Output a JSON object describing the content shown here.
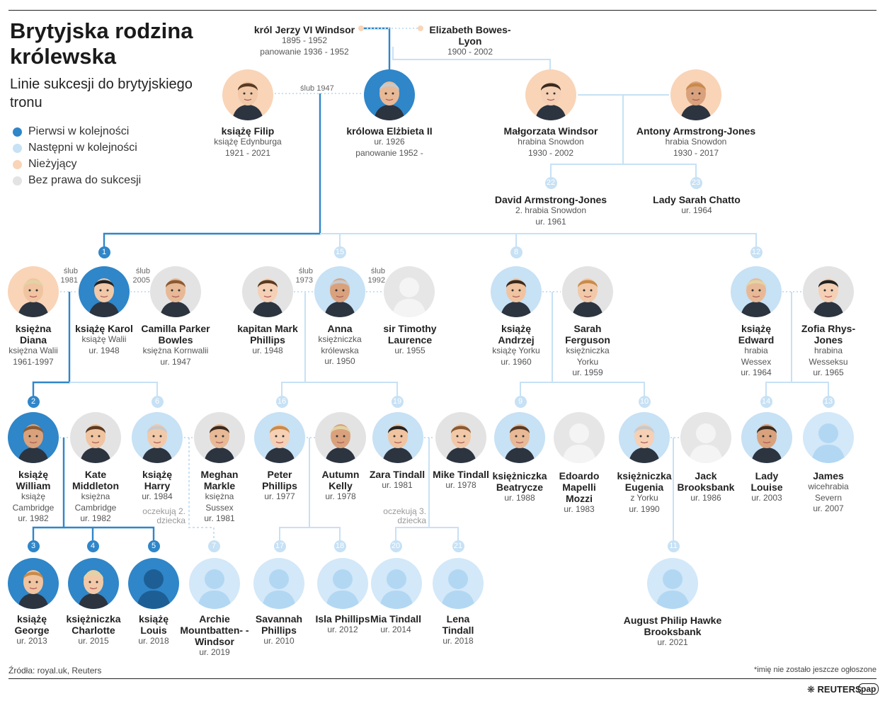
{
  "title": "Brytyjska rodzina królewska",
  "subtitle": "Linie sukcesji do brytyjskiego tronu",
  "legend": [
    {
      "label": "Pierwsi w kolejności",
      "color": "#2f86c9"
    },
    {
      "label": "Następni w kolejności",
      "color": "#c7e1f5"
    },
    {
      "label": "Nieżyjący",
      "color": "#f9d4b7"
    },
    {
      "label": "Bez prawa do sukcesji",
      "color": "#e3e3e3"
    }
  ],
  "people": {
    "george6": {
      "name": "król Jerzy VI Windsor",
      "lines": [
        "1895 - 1952",
        "panowanie 1936 - 1952"
      ]
    },
    "elizabeth_bl": {
      "name": "Elizabeth Bowes-Lyon",
      "lines": [
        "1900 - 2002"
      ]
    },
    "philip": {
      "name": "książę Filip",
      "lines": [
        "książę Edynburga",
        "1921 - 2021"
      ]
    },
    "queen": {
      "name": "królowa Elżbieta II",
      "lines": [
        "ur. 1926",
        "panowanie 1952 -"
      ]
    },
    "margaret": {
      "name": "Małgorzata Windsor",
      "lines": [
        "hrabina Snowdon",
        "1930 - 2002"
      ]
    },
    "antony": {
      "name": "Antony Armstrong-Jones",
      "lines": [
        "hrabia Snowdon",
        "1930 - 2017"
      ]
    },
    "david": {
      "name": "David Armstrong-Jones",
      "lines": [
        "2. hrabia Snowdon",
        "ur. 1961"
      ]
    },
    "sarah_c": {
      "name": "Lady Sarah Chatto",
      "lines": [
        "ur. 1964"
      ]
    },
    "diana": {
      "name": "księżna Diana",
      "lines": [
        "księżna Walii",
        "1961-1997"
      ]
    },
    "charles": {
      "name": "książę Karol",
      "lines": [
        "książę Walii",
        "ur. 1948"
      ]
    },
    "camilla": {
      "name": "Camilla Parker Bowles",
      "lines": [
        "księżna Kornwalii",
        "ur. 1947"
      ]
    },
    "mark": {
      "name": "kapitan Mark Phillips",
      "lines": [
        "ur. 1948"
      ]
    },
    "anne": {
      "name": "Anna",
      "lines": [
        "księżniczka",
        "królewska",
        "ur. 1950"
      ]
    },
    "timothy": {
      "name": "sir Timothy Laurence",
      "lines": [
        "ur. 1955"
      ]
    },
    "andrew": {
      "name": "książę Andrzej",
      "lines": [
        "książę Yorku",
        "ur. 1960"
      ]
    },
    "fergie": {
      "name": "Sarah Ferguson",
      "lines": [
        "księżniczka",
        "Yorku",
        "ur. 1959"
      ]
    },
    "edward": {
      "name": "książę Edward",
      "lines": [
        "hrabia",
        "Wessex",
        "ur. 1964"
      ]
    },
    "sophie": {
      "name": "Zofia Rhys-Jones",
      "lines": [
        "hrabina",
        "Wesseksu",
        "ur. 1965"
      ]
    },
    "william": {
      "name": "książę William",
      "lines": [
        "książę",
        "Cambridge",
        "ur. 1982"
      ]
    },
    "kate": {
      "name": "Kate Middleton",
      "lines": [
        "księżna",
        "Cambridge",
        "ur. 1982"
      ]
    },
    "harry": {
      "name": "książę Harry",
      "lines": [
        "ur. 1984"
      ]
    },
    "meghan": {
      "name": "Meghan Markle",
      "lines": [
        "księżna",
        "Sussex",
        "ur. 1981"
      ]
    },
    "peter": {
      "name": "Peter Phillips",
      "lines": [
        "ur. 1977"
      ]
    },
    "autumn": {
      "name": "Autumn Kelly",
      "lines": [
        "ur. 1978"
      ]
    },
    "zara": {
      "name": "Zara Tindall",
      "lines": [
        "ur. 1981"
      ]
    },
    "mike": {
      "name": "Mike Tindall",
      "lines": [
        "ur. 1978"
      ]
    },
    "beatrice": {
      "name": "księżniczka Beatrycze",
      "lines": [
        "ur. 1988"
      ]
    },
    "edoardo": {
      "name": "Edoardo Mapelli Mozzi",
      "lines": [
        "ur. 1983"
      ]
    },
    "eugenie": {
      "name": "księżniczka Eugenia",
      "lines": [
        "z Yorku",
        "ur. 1990"
      ]
    },
    "jack": {
      "name": "Jack Brooksbank",
      "lines": [
        "ur. 1986"
      ]
    },
    "louise": {
      "name": "Lady Louise",
      "lines": [
        "ur. 2003"
      ]
    },
    "james": {
      "name": "James",
      "lines": [
        "wicehrabia",
        "Severn",
        "ur. 2007"
      ]
    },
    "george": {
      "name": "książę George",
      "lines": [
        "ur. 2013"
      ]
    },
    "charlotte": {
      "name": "księżniczka Charlotte",
      "lines": [
        "ur. 2015"
      ]
    },
    "louis": {
      "name": "książę Louis",
      "lines": [
        "ur. 2018"
      ]
    },
    "archie": {
      "name": "Archie Mountbatten- -Windsor",
      "lines": [
        "ur. 2019"
      ]
    },
    "savannah": {
      "name": "Savannah Phillips",
      "lines": [
        "ur. 2010"
      ]
    },
    "isla": {
      "name": "Isla Phillips",
      "lines": [
        "ur. 2012"
      ]
    },
    "mia": {
      "name": "Mia Tindall",
      "lines": [
        "ur. 2014"
      ]
    },
    "lena": {
      "name": "Lena Tindall",
      "lines": [
        "ur. 2018"
      ]
    },
    "august": {
      "name": "August Philip Hawke Brooksbank",
      "lines": [
        "ur. 2021"
      ]
    }
  },
  "succession": {
    "charles": "1",
    "william": "2",
    "george": "3",
    "charlotte": "4",
    "louis": "5",
    "harry": "6",
    "archie": "7",
    "andrew": "8",
    "beatrice": "9",
    "eugenie": "10",
    "august": "11",
    "edward": "12",
    "james": "13",
    "louise": "14",
    "anne": "15",
    "peter": "16",
    "savannah": "17",
    "isla": "18",
    "zara": "19",
    "mia": "20",
    "lena": "21",
    "david": "22",
    "sarah_c": "23"
  },
  "marriages": {
    "queen_philip": "ślub 1947",
    "diana_charles": "ślub 1981",
    "charles_camilla": "ślub 2005",
    "mark_anne": "ślub 1973",
    "anne_timothy": "ślub 1992"
  },
  "notes": {
    "harry_expecting": "oczekują 2. dziecka",
    "zara_expecting": "oczekują 3. dziecka"
  },
  "footer": {
    "sources": "Źródła: royal.uk, Reuters",
    "footnote": "*imię nie zostało jeszcze ogłoszone",
    "logo_reuters": "REUTERS",
    "logo_pap": "pap"
  }
}
